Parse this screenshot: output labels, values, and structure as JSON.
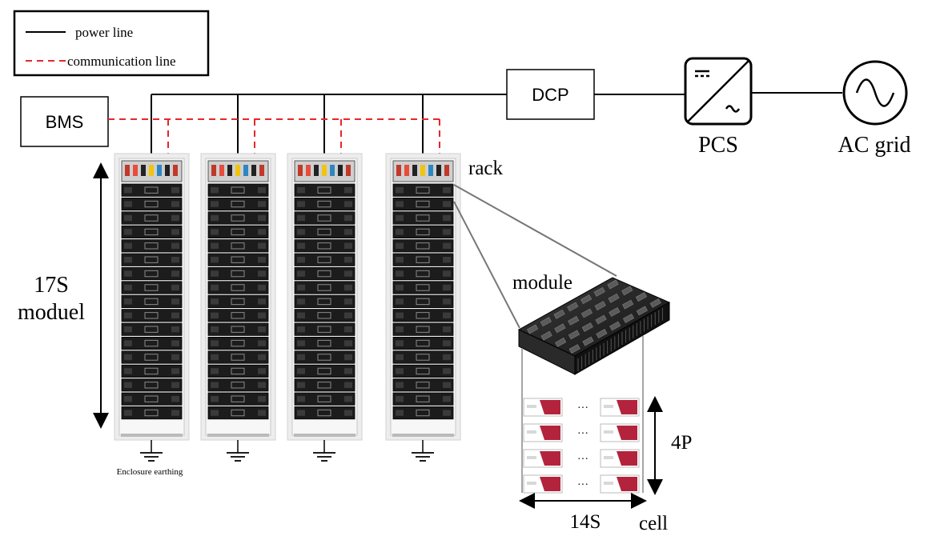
{
  "legend": {
    "power_label": "power line",
    "comm_label": "communication line"
  },
  "boxes": {
    "bms": "BMS",
    "dcp": "DCP"
  },
  "labels": {
    "pcs": "PCS",
    "ac_grid": "AC grid",
    "rack": "rack",
    "module": "module",
    "series_modules_line1": "17S",
    "series_modules_line2": "moduel",
    "earthing": "Enclosure earthing",
    "parallel": "4P",
    "series_cells": "14S",
    "cell": "cell",
    "ellipsis": "···"
  },
  "structure": {
    "rack_count": 4,
    "modules_per_rack": 17,
    "cell_rows": 4
  },
  "colors": {
    "power_line": "#000000",
    "comm_line": "#e8262b",
    "cell_accent": "#b3243c",
    "module_dark": "#1c1c1c"
  }
}
